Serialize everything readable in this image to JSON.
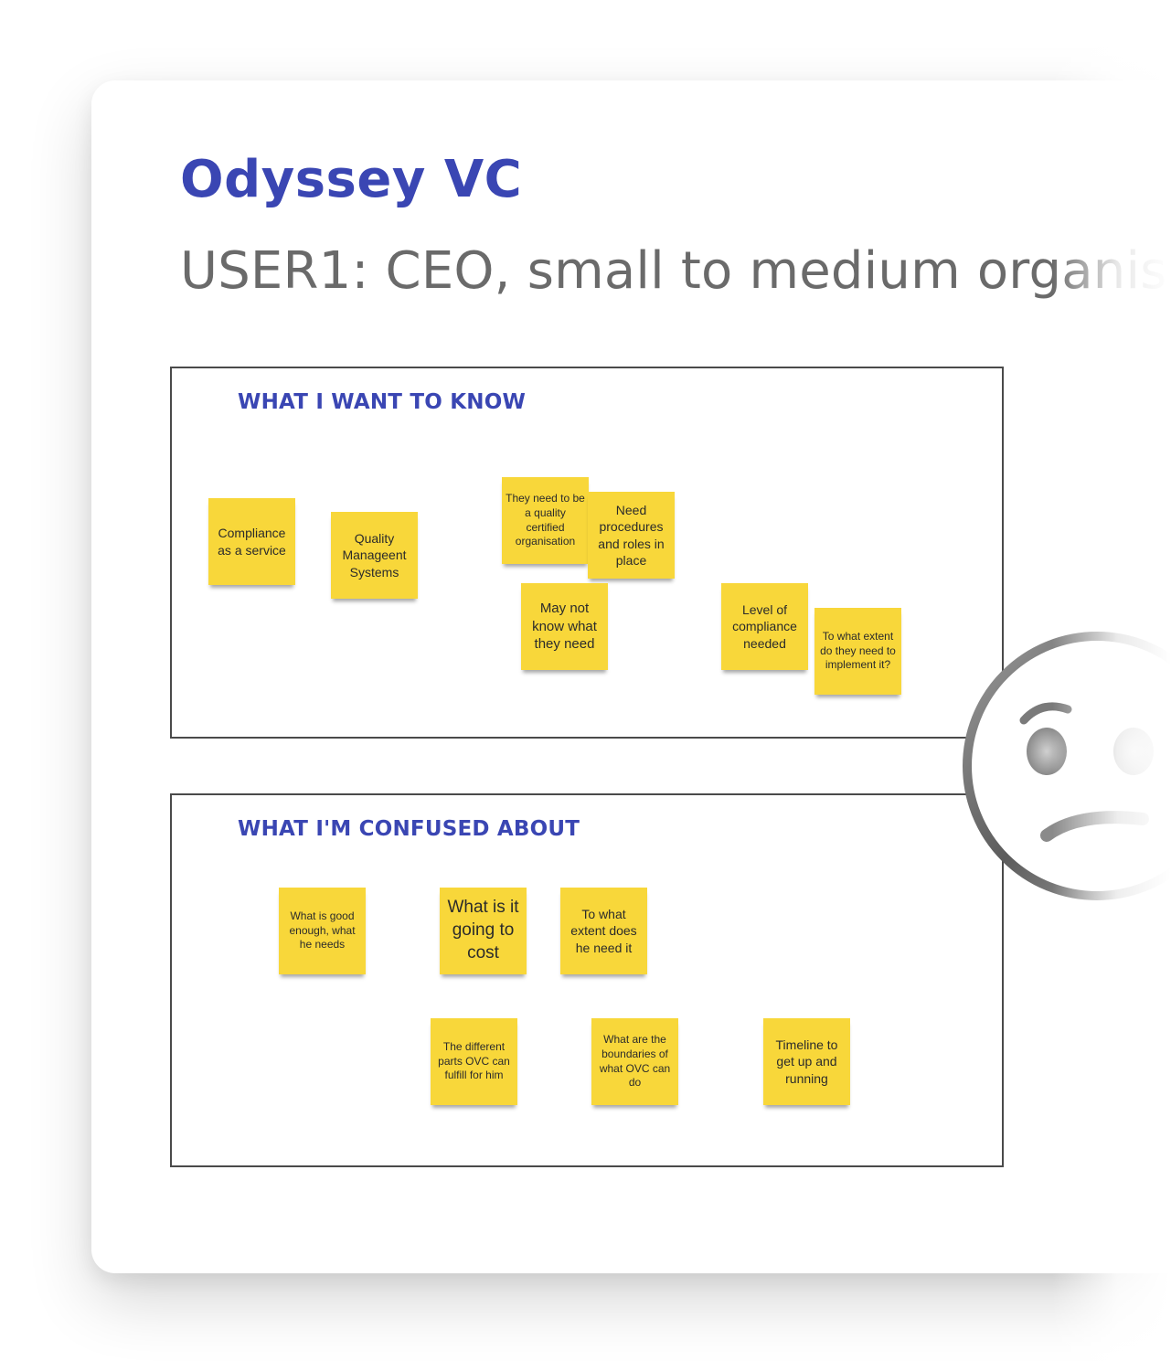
{
  "board": {
    "title": "Odyssey VC",
    "subtitle": "USER1: CEO, small to medium organis"
  },
  "sections": [
    {
      "heading": "WHAT I WANT TO KNOW",
      "notes": [
        "Compliance as a service",
        "Quality Manageent Systems",
        "They need to be a quality certified organisation",
        "Need procedures and roles in place",
        "May not know what they need",
        "Level of compliance needed",
        "To what extent do they need to implement it?"
      ]
    },
    {
      "heading": "WHAT I'M CONFUSED ABOUT",
      "notes": [
        "What is good enough, what he needs",
        "What is it going to cost",
        "To what extent does he need it",
        "The different parts OVC can fulfill for him",
        "What are the boundaries of what OVC can do",
        "Timeline to get up and running"
      ]
    }
  ],
  "colors": {
    "accent": "#3a46b3",
    "sticky_note": "#f8d73a",
    "subtitle": "#6a6a6a"
  },
  "icons": {
    "emotion": "confused-face-icon"
  }
}
